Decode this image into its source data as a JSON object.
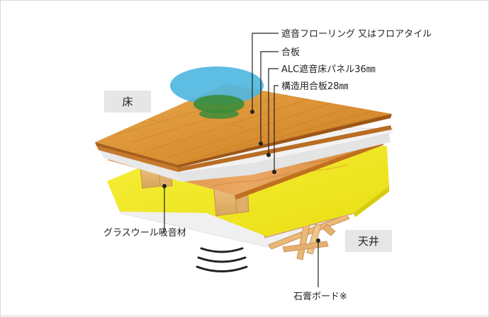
{
  "tags": {
    "floor": "床",
    "ceiling": "天井"
  },
  "callouts": {
    "flooring": "遮音フローリング 又はフロアタイル",
    "plywood": "合板",
    "alc_panel": "ALC遮音床パネル36㎜",
    "structural_plywood": "構造用合板28㎜",
    "glass_wool": "グラスウール吸音材",
    "gypsum_board": "石膏ボード※"
  },
  "colors": {
    "wood": "#e09a3c",
    "plywood": "#e8a55a",
    "alc": "#efefef",
    "glass_wool": "#f2ea1e",
    "gypsum": "#f1f1f1",
    "blue_circle": "#4fb7e0",
    "green_circle": "#3f8a3c"
  }
}
